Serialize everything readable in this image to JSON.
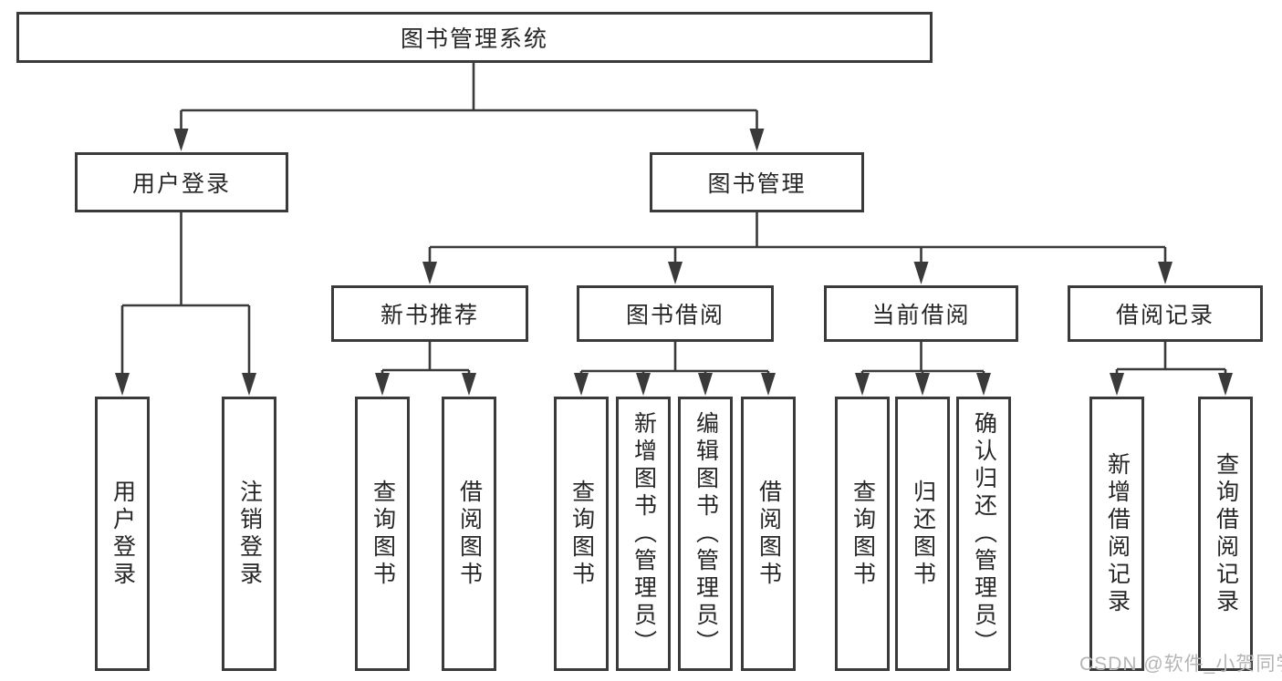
{
  "watermark": "CSDN @软件_小贺同学",
  "colors": {
    "line": "#3a3a3a",
    "text": "#262626",
    "watermark": "#b5b5b5",
    "background": "#ffffff"
  },
  "tree": {
    "label": "图书管理系统",
    "children": [
      {
        "label": "用户登录",
        "children": [
          {
            "label": "用户登录"
          },
          {
            "label": "注销登录"
          }
        ]
      },
      {
        "label": "图书管理",
        "children": [
          {
            "label": "新书推荐",
            "children": [
              {
                "label": "查询图书"
              },
              {
                "label": "借阅图书"
              }
            ]
          },
          {
            "label": "图书借阅",
            "children": [
              {
                "label": "查询图书"
              },
              {
                "label": "新增图书（管理员）"
              },
              {
                "label": "编辑图书（管理员）"
              },
              {
                "label": "借阅图书"
              }
            ]
          },
          {
            "label": "当前借阅",
            "children": [
              {
                "label": "查询图书"
              },
              {
                "label": "归还图书"
              },
              {
                "label": "确认归还（管理员）"
              }
            ]
          },
          {
            "label": "借阅记录",
            "children": [
              {
                "label": "新增借阅记录"
              },
              {
                "label": "查询借阅记录"
              }
            ]
          }
        ]
      }
    ]
  }
}
